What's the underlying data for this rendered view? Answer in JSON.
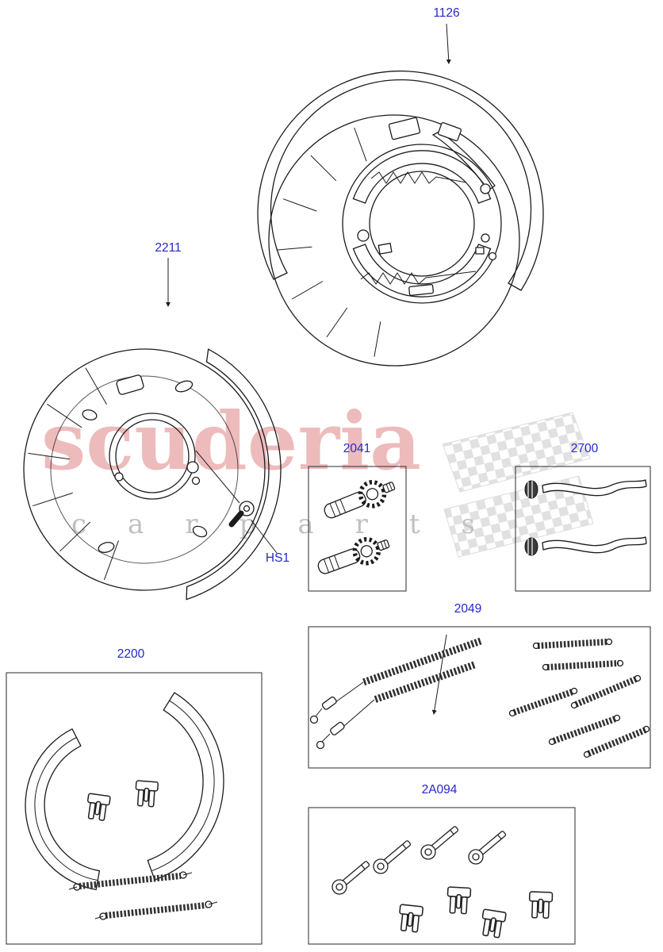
{
  "callouts": {
    "c1126": "1126",
    "c2211": "2211",
    "c2041": "2041",
    "cHS1": "HS1",
    "c2700": "2700",
    "c2049": "2049",
    "c2200": "2200",
    "c2A094": "2A094"
  },
  "watermark": {
    "brand": "scuderia",
    "sub": "carparts",
    "brand_color": "#c72c2c",
    "sub_color": "#8c8c8c"
  },
  "colors": {
    "callout_text": "#2626cf",
    "line": "#1c1c1c"
  }
}
